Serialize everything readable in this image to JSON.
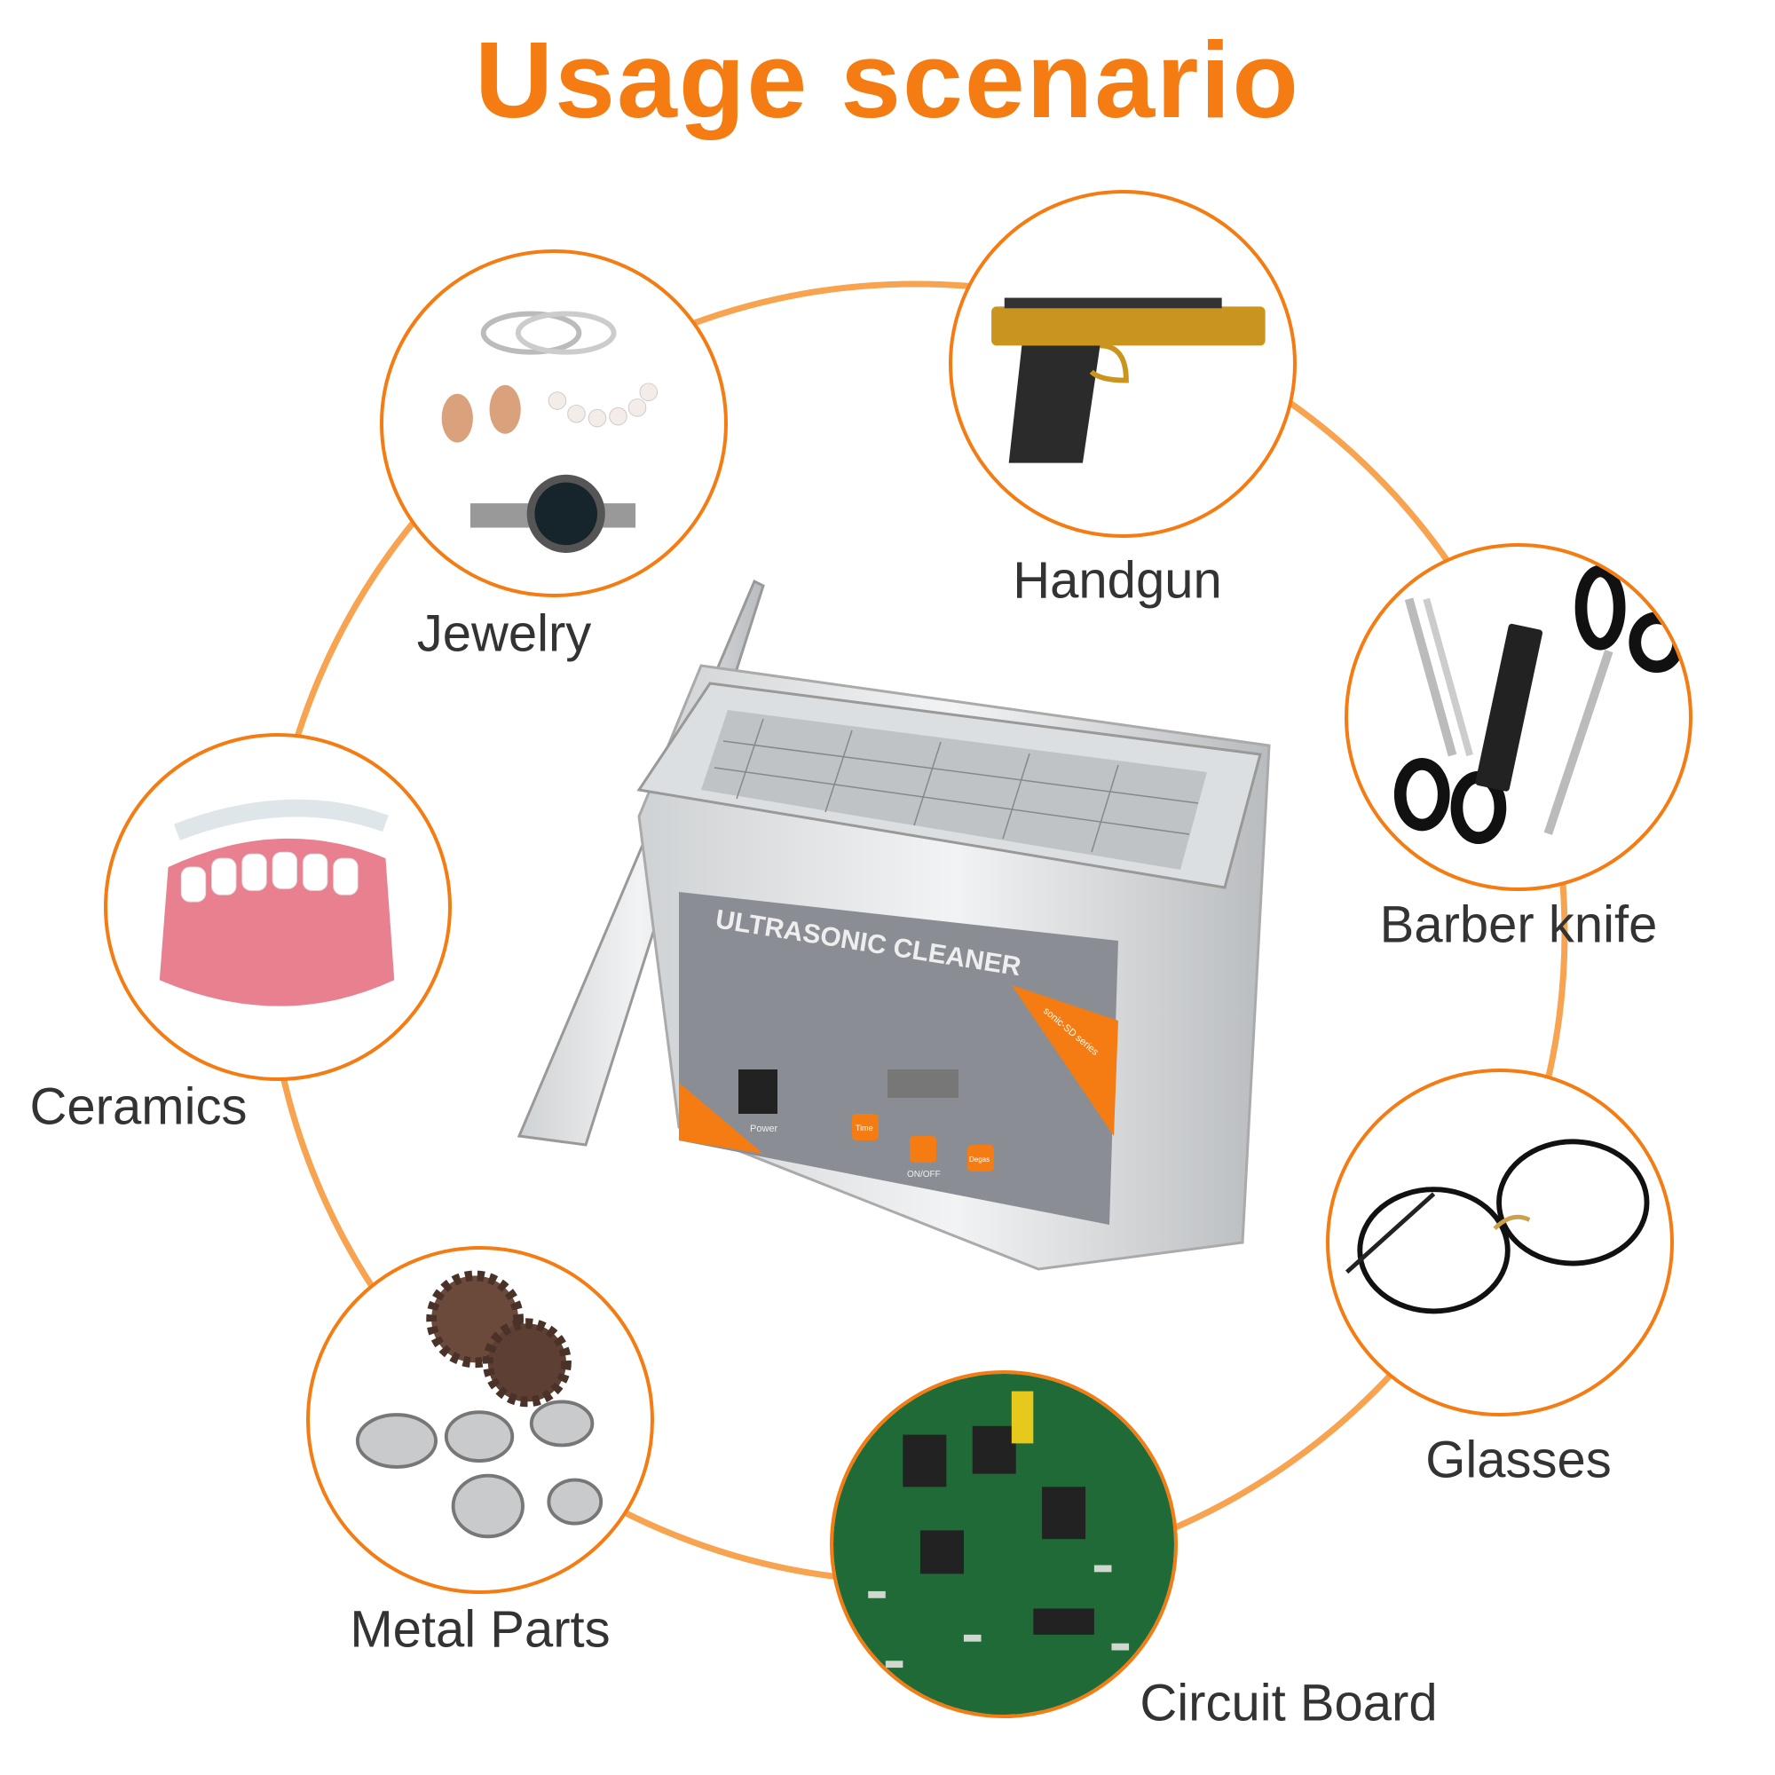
{
  "title": "Usage scenario",
  "accent_color": "#f47c12",
  "ring_color": "#f7a34f",
  "device": {
    "brand_text": "ULTRASONIC CLEANER",
    "series_text": "sonic-SD series",
    "power_label": "Power",
    "buttons": [
      "Time",
      "ON/OFF",
      "Degas"
    ]
  },
  "scenarios": [
    {
      "label": "Jewelry",
      "icon": "jewelry-icon"
    },
    {
      "label": "Handgun",
      "icon": "handgun-icon"
    },
    {
      "label": "Barber knife",
      "icon": "scissors-comb-icon"
    },
    {
      "label": "Ceramics",
      "icon": "dentures-icon"
    },
    {
      "label": "Glasses",
      "icon": "glasses-icon"
    },
    {
      "label": "Metal Parts",
      "icon": "gears-bearings-icon"
    },
    {
      "label": "Circuit Board",
      "icon": "circuit-board-icon"
    }
  ]
}
